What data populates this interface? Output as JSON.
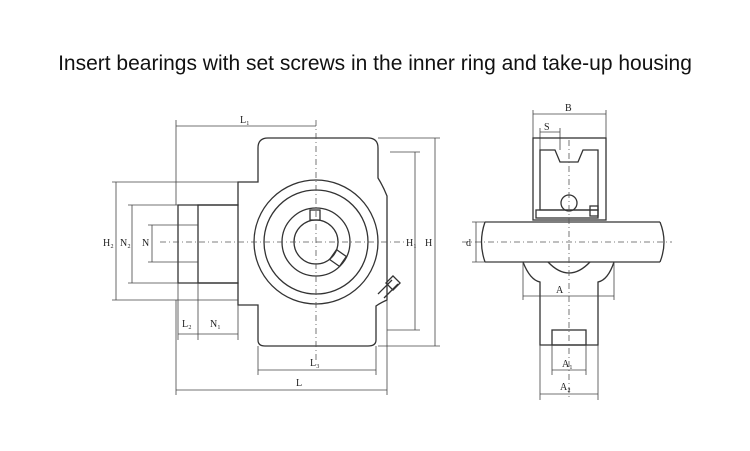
{
  "title": "Insert bearings with set screws in the inner ring and take-up housing",
  "front_view": {
    "labels": {
      "L1": "L₁",
      "L2": "L₂",
      "L3": "L₃",
      "N1": "N₁",
      "N": "N",
      "N2": "N₂",
      "H2": "H₂",
      "H1": "H₁",
      "H": "H",
      "L": "L"
    }
  },
  "side_view": {
    "labels": {
      "B": "B",
      "S": "S",
      "d": "d",
      "A": "A",
      "A1": "A₁",
      "A2": "A₂"
    }
  }
}
